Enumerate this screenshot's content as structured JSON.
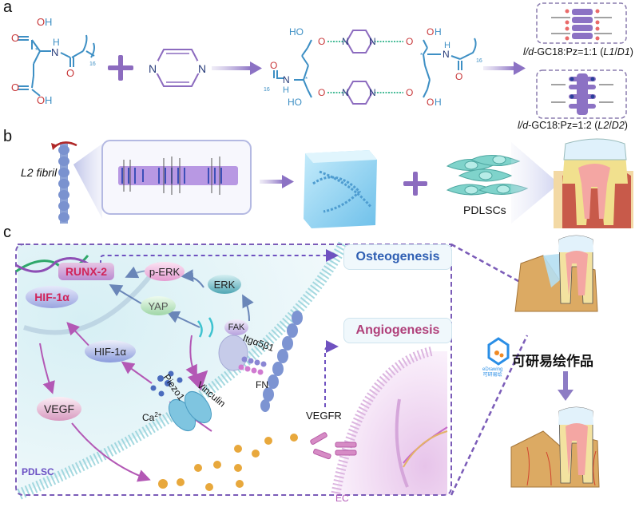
{
  "panels": {
    "a": {
      "letter": "a",
      "reactant1": {
        "oh_top": "OH",
        "o_top": "O",
        "nh": "H",
        "n": "N",
        "o_amide": "O",
        "sub": "16",
        "o_bottom": "O",
        "oh_bottom": "OH",
        "chiral": "*"
      },
      "reactant2": {
        "n_left": "N",
        "n_right": "N"
      },
      "product": {
        "ho_tl": "HO",
        "o_tl": "O",
        "n_pz_top_l": "N",
        "n_pz_top_r": "N",
        "o_tr": "O",
        "oh_tr": "OH",
        "nh_r": "H",
        "n_r": "N",
        "o_amide_r": "O",
        "sub_r": "16",
        "o_amide_l": "O",
        "n_l": "N",
        "nh_l": "H",
        "sub_l": "16",
        "ho_bl": "HO",
        "o_bl": "O",
        "n_pz_bot_l": "N",
        "n_pz_bot_r": "N",
        "o_br": "O",
        "oh_br": "OH",
        "chiral": "*"
      },
      "ratio1": {
        "prefix": "l/d",
        "text": "-GC18:Pz=1:1 (",
        "l": "L1",
        "slash": "/",
        "d": "D1",
        "close": ")"
      },
      "ratio2": {
        "prefix": "l/d",
        "text": "-GC18:Pz=1:2 (",
        "l": "L2",
        "slash": "/",
        "d": "D2",
        "close": ")"
      }
    },
    "b": {
      "letter": "b",
      "fibril_label": "L2 fibril",
      "cells_label": "PDLSCs"
    },
    "c": {
      "letter": "c",
      "nodes": {
        "runx2": "RUNX-2",
        "hif_nuc": "HIF-1α",
        "perk": "p-ERK",
        "erk": "ERK",
        "yap": "YAP",
        "hif_cyto": "HIF-1α",
        "vegf": "VEGF",
        "fak": "FAK",
        "vinculin": "Vinculin",
        "piezo1": "Piezo1",
        "itga": "Itgα5β1",
        "fn": "FN",
        "ca": "Ca",
        "ca_sup": "2+",
        "vegfr": "VEGFR"
      },
      "cell_labels": {
        "pdlsc": "PDLSC",
        "ec": "EC"
      },
      "outcomes": {
        "osteogenesis": "Osteogenesis",
        "angiogenesis": "Angiogenesis"
      },
      "watermark": {
        "logo_text": "eDrawing",
        "logo_sub": "可研易绘",
        "caption": "可研易绘作品"
      }
    }
  },
  "colors": {
    "chem_blue": "#3d8fc4",
    "chem_red": "#c8383a",
    "pz_purple": "#8c6bbf",
    "dash_purple": "#7b5cb8",
    "osteo_blue": "#2f5fb3",
    "angio_pink": "#b0407a",
    "pdlsc_label": "#6a4fc4",
    "ec_label": "#b45ab8",
    "runx_red": "#d0245a"
  }
}
